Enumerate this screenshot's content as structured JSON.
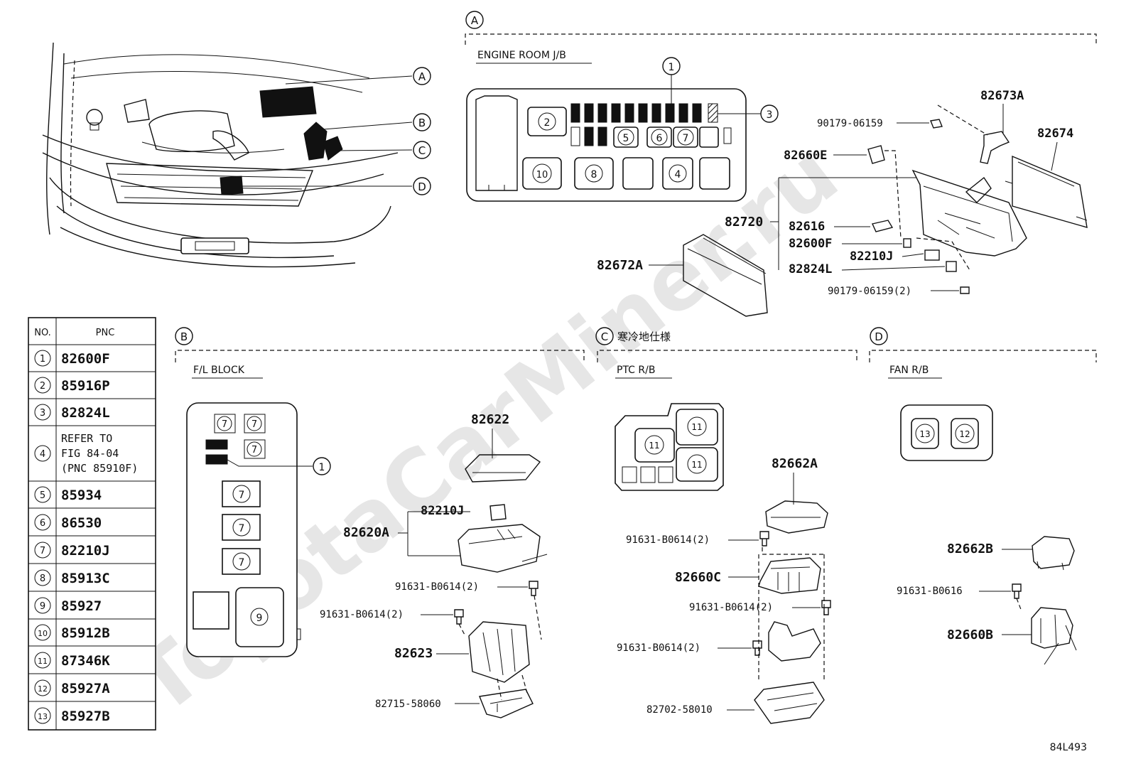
{
  "watermark": "ToyotaCarMiner.ru",
  "figure_code": "84L493",
  "sections": {
    "A": {
      "letter": "A",
      "title": "ENGINE ROOM J/B"
    },
    "B": {
      "letter": "B",
      "title": "F/L BLOCK"
    },
    "C": {
      "letter": "C",
      "note": "寒冷地仕様",
      "title": "PTC R/B"
    },
    "D": {
      "letter": "D",
      "title": "FAN R/B"
    }
  },
  "car_callouts": [
    "A",
    "B",
    "C",
    "D"
  ],
  "table": {
    "headers": [
      "NO.",
      "PNC"
    ],
    "rows": [
      {
        "no": "1",
        "pnc": "82600F"
      },
      {
        "no": "2",
        "pnc": "85916P"
      },
      {
        "no": "3",
        "pnc": "82824L"
      },
      {
        "no": "4",
        "pnc_lines": [
          "REFER TO",
          "FIG 84-04",
          "(PNC 85910F)"
        ]
      },
      {
        "no": "5",
        "pnc": "85934"
      },
      {
        "no": "6",
        "pnc": "86530"
      },
      {
        "no": "7",
        "pnc": "82210J"
      },
      {
        "no": "8",
        "pnc": "85913C"
      },
      {
        "no": "9",
        "pnc": "85927"
      },
      {
        "no": "10",
        "pnc": "85912B"
      },
      {
        "no": "11",
        "pnc": "87346K"
      },
      {
        "no": "12",
        "pnc": "85927A"
      },
      {
        "no": "13",
        "pnc": "85927B"
      }
    ]
  },
  "jb_a": {
    "callout_fuse": "1",
    "callout_3": "3",
    "slots_top": [
      "2"
    ],
    "slots_mid": [
      "5",
      "6",
      "7"
    ],
    "slots_bottom": [
      "10",
      "8",
      "4"
    ]
  },
  "parts_a": {
    "p82673A": "82673A",
    "p90179a": "90179-06159",
    "p82674": "82674",
    "p82660E": "82660E",
    "p82720": "82720",
    "p82616": "82616",
    "p82600F": "82600F",
    "p82210J": "82210J",
    "p82824L": "82824L",
    "p82672A": "82672A",
    "p90179b": "90179-06159(2)"
  },
  "fl_block": {
    "slot7": "7",
    "slot9": "9",
    "callout_fuse": "1"
  },
  "parts_b": {
    "p82622": "82622",
    "p82210J": "82210J",
    "p82620A": "82620A",
    "p91631a": "91631-B0614(2)",
    "p91631b": "91631-B0614(2)",
    "p82623": "82623",
    "p82715": "82715-58060"
  },
  "ptc": {
    "slot11": "11"
  },
  "parts_c": {
    "p82662A": "82662A",
    "p91631a": "91631-B0614(2)",
    "p82660C": "82660C",
    "p91631b": "91631-B0614(2)",
    "p91631c": "91631-B0614(2)",
    "p82702": "82702-58010"
  },
  "fan": {
    "slot13": "13",
    "slot12": "12"
  },
  "parts_d": {
    "p82662B": "82662B",
    "p91631": "91631-B0616",
    "p82660B": "82660B"
  }
}
